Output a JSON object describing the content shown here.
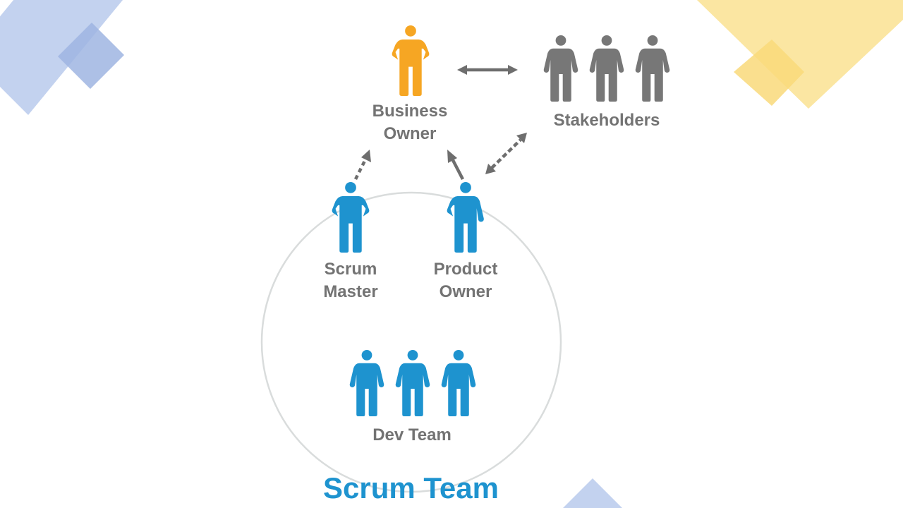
{
  "diagram": {
    "roles": {
      "business_owner": {
        "line1": "Business",
        "line2": "Owner",
        "icon": "person-hands-on-hips-icon",
        "color": "#f6a623"
      },
      "stakeholders": {
        "label": "Stakeholders",
        "icon": "group-of-three-people-icon",
        "color": "#777777"
      },
      "scrum_master": {
        "line1": "Scrum",
        "line2": "Master",
        "icon": "person-hands-on-hips-icon",
        "color": "#1e93cf"
      },
      "product_owner": {
        "line1": "Product",
        "line2": "Owner",
        "icon": "person-hand-on-hip-icon",
        "color": "#1e93cf"
      },
      "dev_team": {
        "label": "Dev Team",
        "icon": "group-of-three-people-icon",
        "color": "#1e93cf"
      }
    },
    "container_title": "Scrum Team",
    "connections": [
      {
        "from": "Business Owner",
        "to": "Stakeholders",
        "style": "solid",
        "direction": "both"
      },
      {
        "from": "Scrum Master",
        "to": "Business Owner",
        "style": "dashed",
        "direction": "to"
      },
      {
        "from": "Product Owner",
        "to": "Business Owner",
        "style": "solid",
        "direction": "to"
      },
      {
        "from": "Product Owner",
        "to": "Stakeholders",
        "style": "dashed",
        "direction": "both"
      }
    ]
  },
  "colors": {
    "label_gray": "#737373",
    "arrow_gray": "#6e6e6e",
    "circle_stroke": "#d9dcdc",
    "deco_blue": "#c3d2ef",
    "deco_blue_dark": "#9fb5e2",
    "deco_yellow": "#fbe6a2",
    "deco_yellow_dark": "#f9d97a"
  }
}
